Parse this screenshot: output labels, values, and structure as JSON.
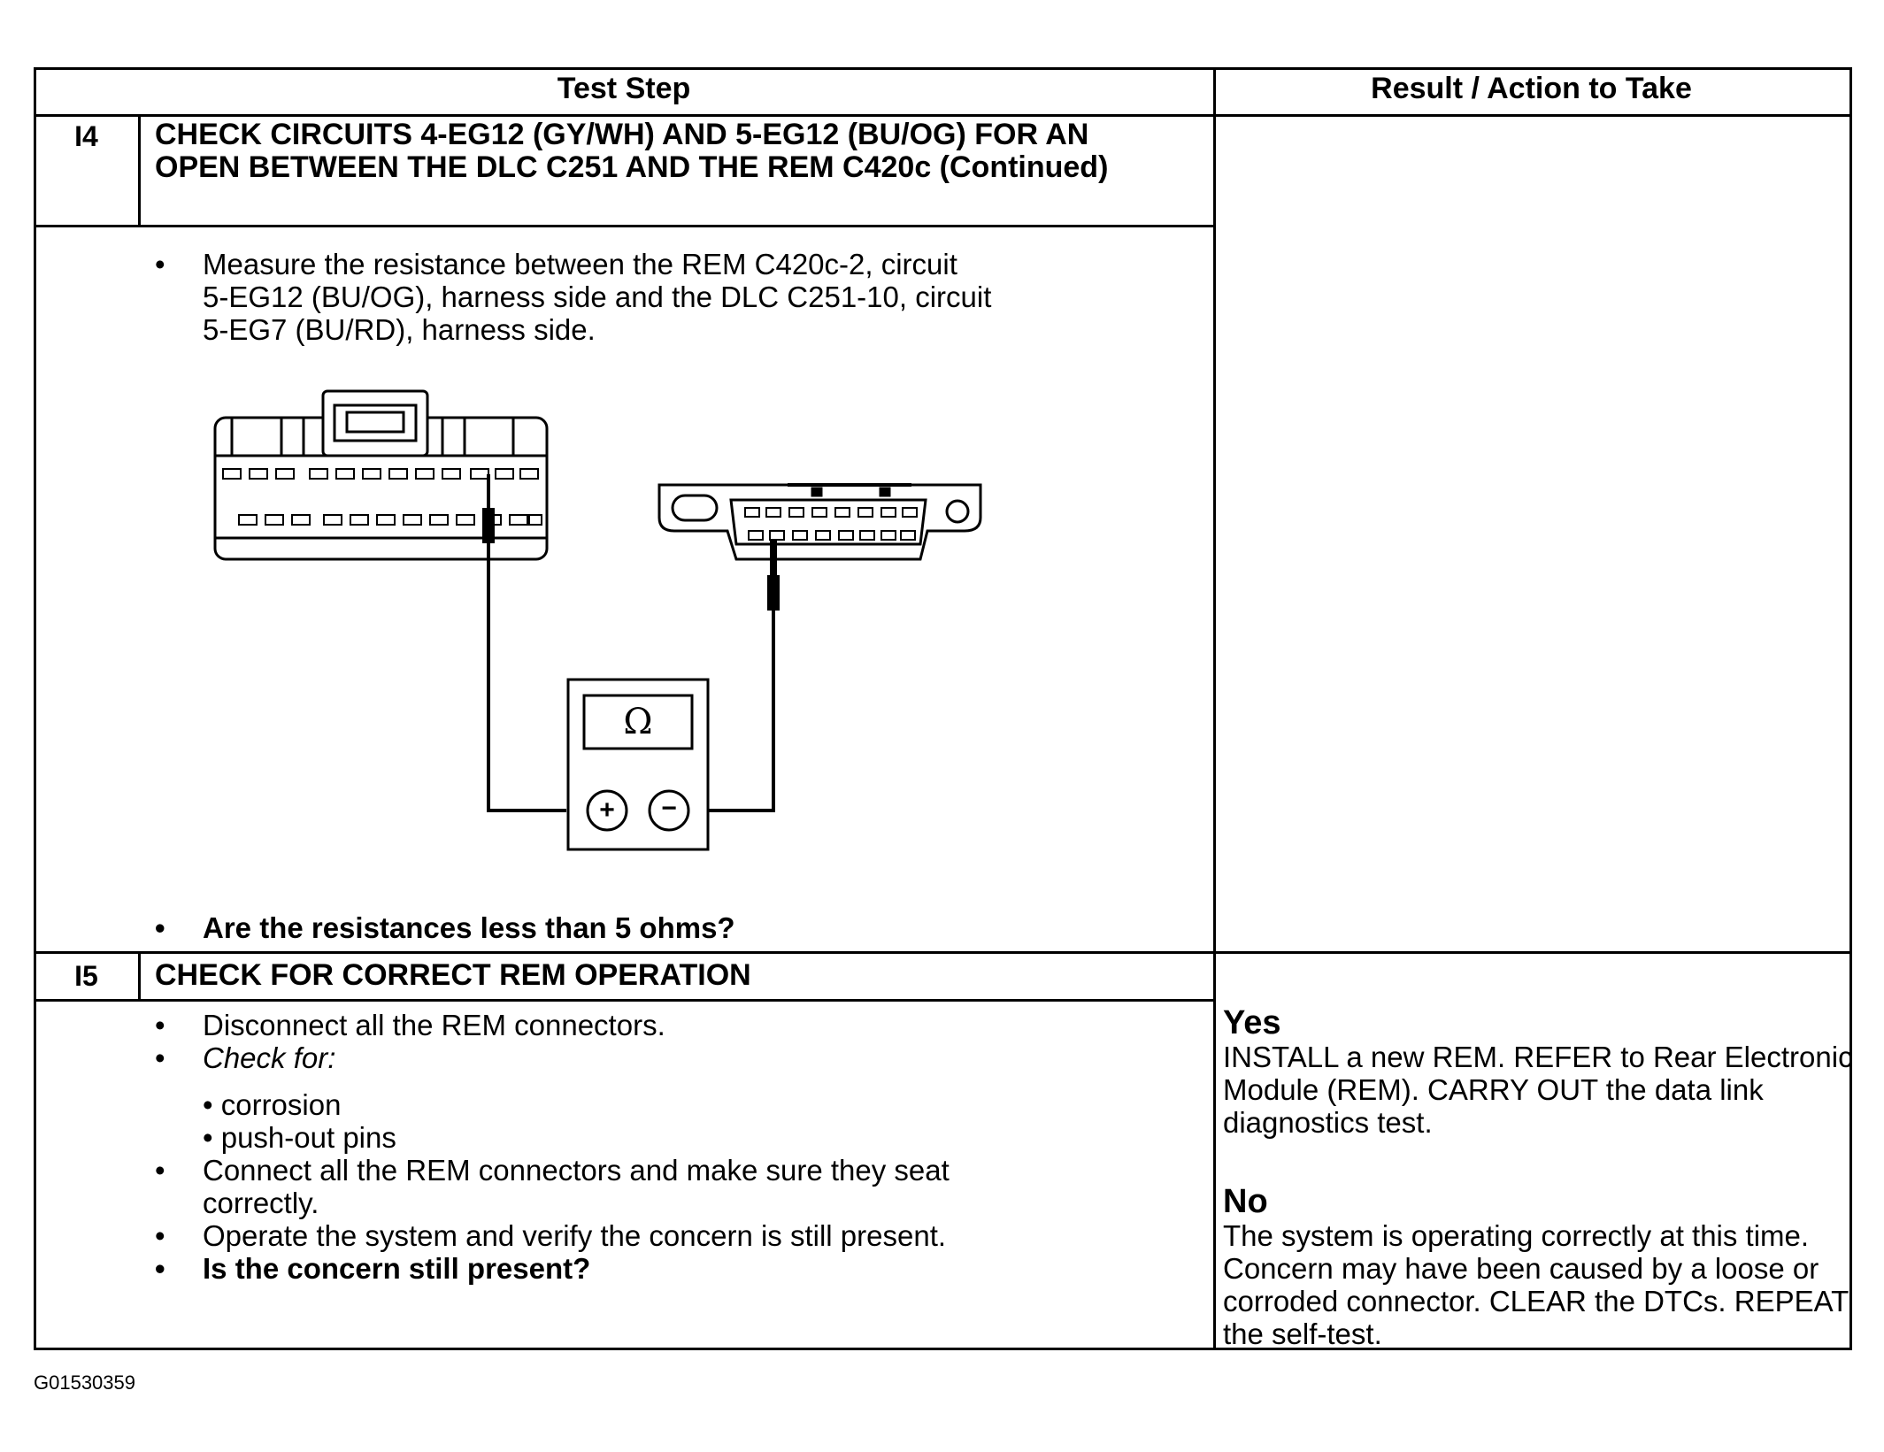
{
  "header": {
    "test_step": "Test Step",
    "result_action": "Result / Action to Take"
  },
  "step_i4": {
    "number": "I4",
    "title": "CHECK CIRCUITS 4-EG12 (GY/WH) AND 5-EG12 (BU/OG) FOR AN OPEN BETWEEN THE DLC C251 AND THE REM C420c (Continued)",
    "measure_lines": [
      "Measure the resistance between the REM C420c-2, circuit",
      "5-EG12 (BU/OG), harness side and the DLC C251-10, circuit",
      "5-EG7 (BU/RD), harness side."
    ],
    "question": "Are the resistances less than 5 ohms?",
    "meter_symbol": "Ω",
    "plus_symbol": "+",
    "minus_symbol": "−"
  },
  "step_i5": {
    "number": "I5",
    "title": "CHECK FOR CORRECT REM OPERATION",
    "bullets": {
      "disconnect": "Disconnect all the REM connectors.",
      "check_for": "Check for:",
      "corrosion": "• corrosion",
      "pushout": "• push-out pins",
      "connect_l1": "Connect all the REM connectors and make sure they seat",
      "connect_l2": "correctly.",
      "operate": "Operate the system and verify the concern is still present.",
      "question": "Is the concern still present?"
    },
    "yes": {
      "label": "Yes",
      "text": "INSTALL a new REM. REFER to Rear Electronic Module (REM). CARRY OUT the data link diagnostics test."
    },
    "no": {
      "label": "No",
      "text": "The system is operating correctly at this time. Concern may have been caused by a loose or corroded connector. CLEAR the DTCs. REPEAT the self-test."
    }
  },
  "footer": {
    "code": "G01530359"
  }
}
